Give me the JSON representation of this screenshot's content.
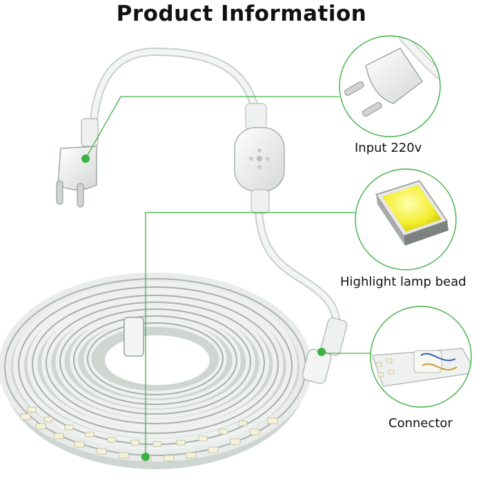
{
  "title": "Product Information",
  "accent_color": "#3cb043",
  "callouts": [
    {
      "label": "Input 220v",
      "icon": "eu-plug-icon"
    },
    {
      "label": "Highlight lamp bead",
      "icon": "smd-led-chip-icon"
    },
    {
      "label": "Connector",
      "icon": "connector-icon"
    }
  ]
}
